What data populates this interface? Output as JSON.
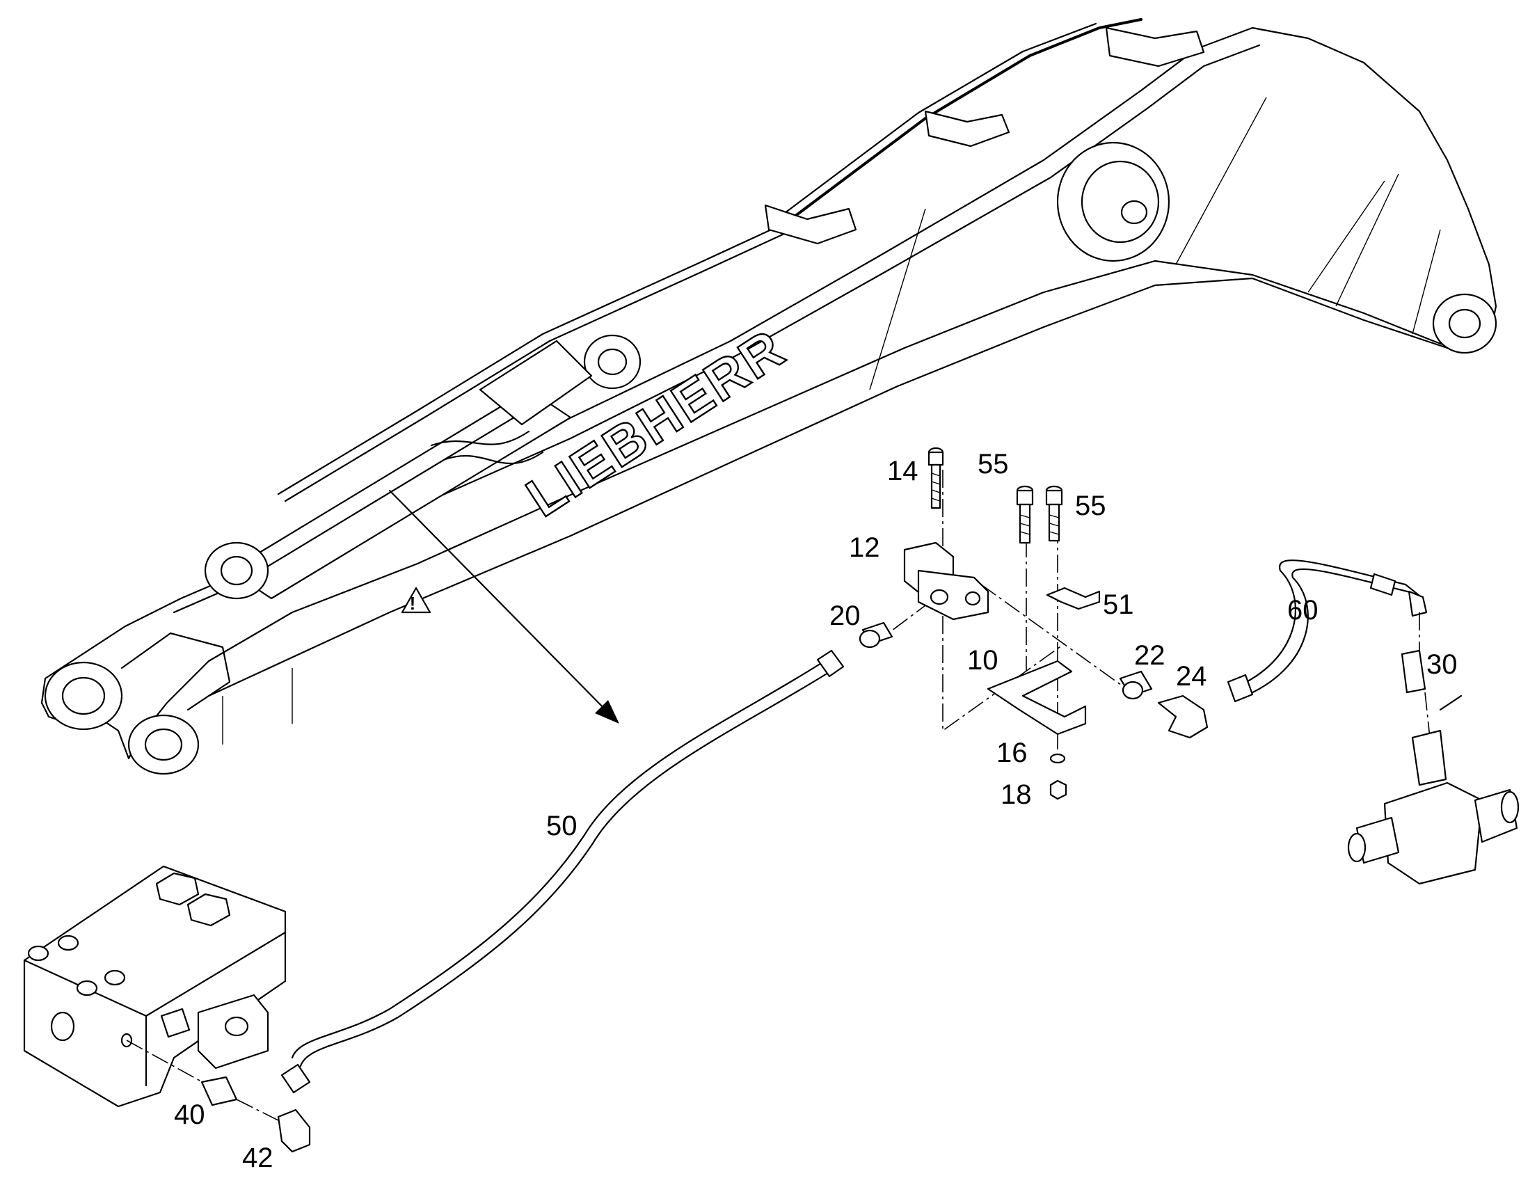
{
  "brand_text": "LIEBHERR",
  "callouts": {
    "c10": "10",
    "c12": "12",
    "c14": "14",
    "c16": "16",
    "c18": "18",
    "c20": "20",
    "c22": "22",
    "c24": "24",
    "c30": "30",
    "c40": "40",
    "c42": "42",
    "c50": "50",
    "c51": "51",
    "c55a": "55",
    "c55b": "55",
    "c60": "60"
  }
}
